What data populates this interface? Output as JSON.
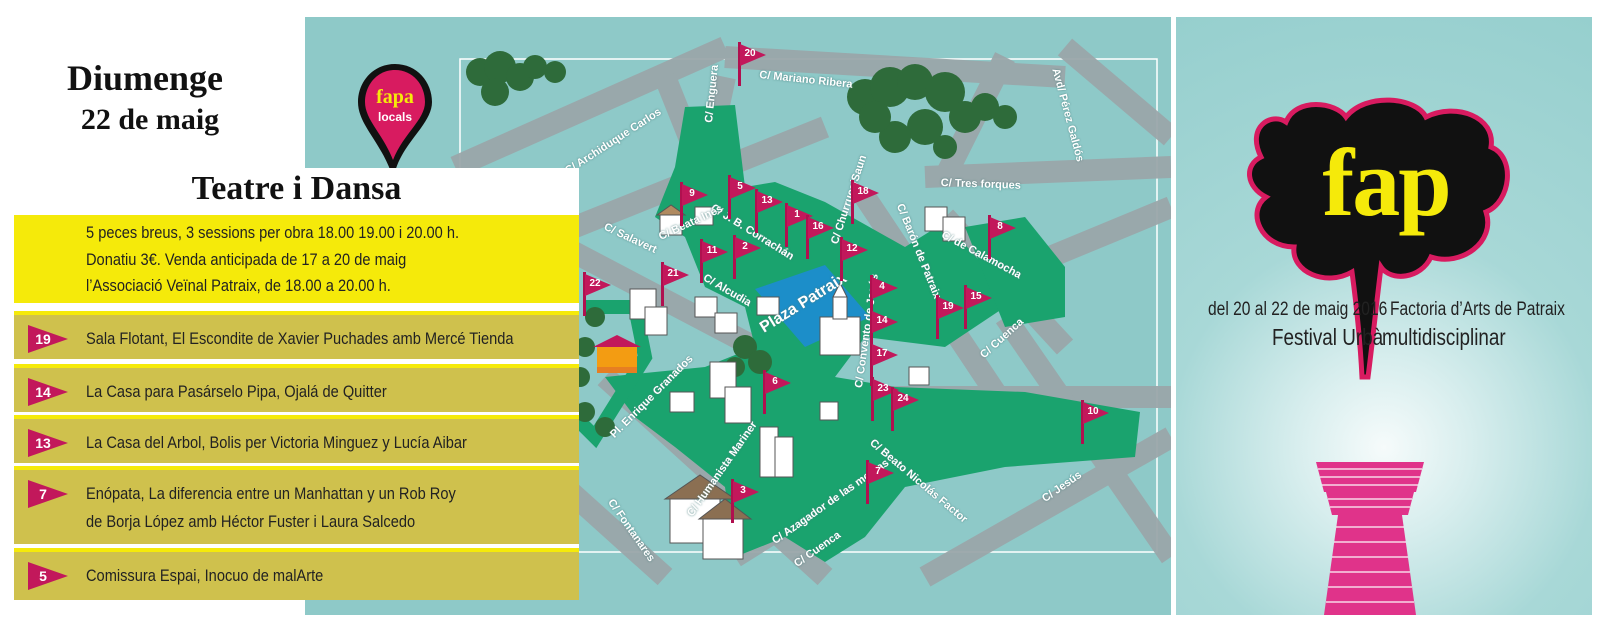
{
  "header": {
    "day": "Diumenge",
    "date": "22 de maig",
    "category": "Teatre i Dansa"
  },
  "info": {
    "line1": "5 peces breus, 3 sessions per obra 18.00 19.00 i 20.00 h.",
    "line2": "Donatiu 3€. Venda anticipada de 17 a 20 de maig",
    "line3": "l’Associació Veïnal Patraix, de 18.00 a 20.00 h."
  },
  "events": [
    {
      "number": "19",
      "line1": "Sala Flotant, El Escondite de Xavier Puchades amb Mercé Tienda",
      "line2": ""
    },
    {
      "number": "14",
      "line1": "La Casa para Pasárselo Pipa, Ojalá de Quitter",
      "line2": ""
    },
    {
      "number": "13",
      "line1": "La Casa del Arbol, Bolis per Victoria Minguez y Lucía Aibar",
      "line2": ""
    },
    {
      "number": "7",
      "line1": "Enópata, La diferencia entre un Manhattan y un Rob Roy",
      "line2": "de Borja López amb Héctor Fuster i Laura Salcedo"
    },
    {
      "number": "5",
      "line1": "Comissura Espai, Inocuo de malArte",
      "line2": ""
    }
  ],
  "logo": {
    "line1": "fapa",
    "line2": "locals"
  },
  "map": {
    "streets": [
      "C/ Mariano Ribera",
      "C/ Archiduque Carlos",
      "C/ Enguera",
      "Avd/ Pérez Galdós",
      "C/ Tres forques",
      "C/ J. B. Corrachán",
      "C/ Beata Inés",
      "C/ Salavert",
      "C/ Churruca/Saun",
      "C/ Barón de Patraix",
      "C/ de Calamocha",
      "C/ Alcudia",
      "Plaza Patraix",
      "C/ Cuenca",
      "C/ Convento de Jesús",
      "Pl. Enrique Granados",
      "C/ Humanista Mariner",
      "C/ Beato Nicolás Factor",
      "C/ Azagador de las monjas",
      "C/ Fontanares",
      "C/ Cuenca",
      "C/ Jesús"
    ],
    "flags": [
      "20",
      "9",
      "5",
      "13",
      "1",
      "16",
      "18",
      "8",
      "11",
      "2",
      "12",
      "21",
      "22",
      "4",
      "19",
      "15",
      "14",
      "17",
      "6",
      "23",
      "24",
      "10",
      "7",
      "3"
    ]
  },
  "poster": {
    "logo": "fap",
    "dates": "del 20 al 22 de maig 2016",
    "org": "Factoria d’Arts de Patraix",
    "festival_left": "Festival Urbà",
    "festival_right": "multidisciplinar"
  },
  "colors": {
    "map_bg": "#8ec9c8",
    "green": "#1aa36e",
    "magenta": "#c2185b",
    "yellow": "#f5ea0a",
    "olive": "#cfc14d"
  }
}
